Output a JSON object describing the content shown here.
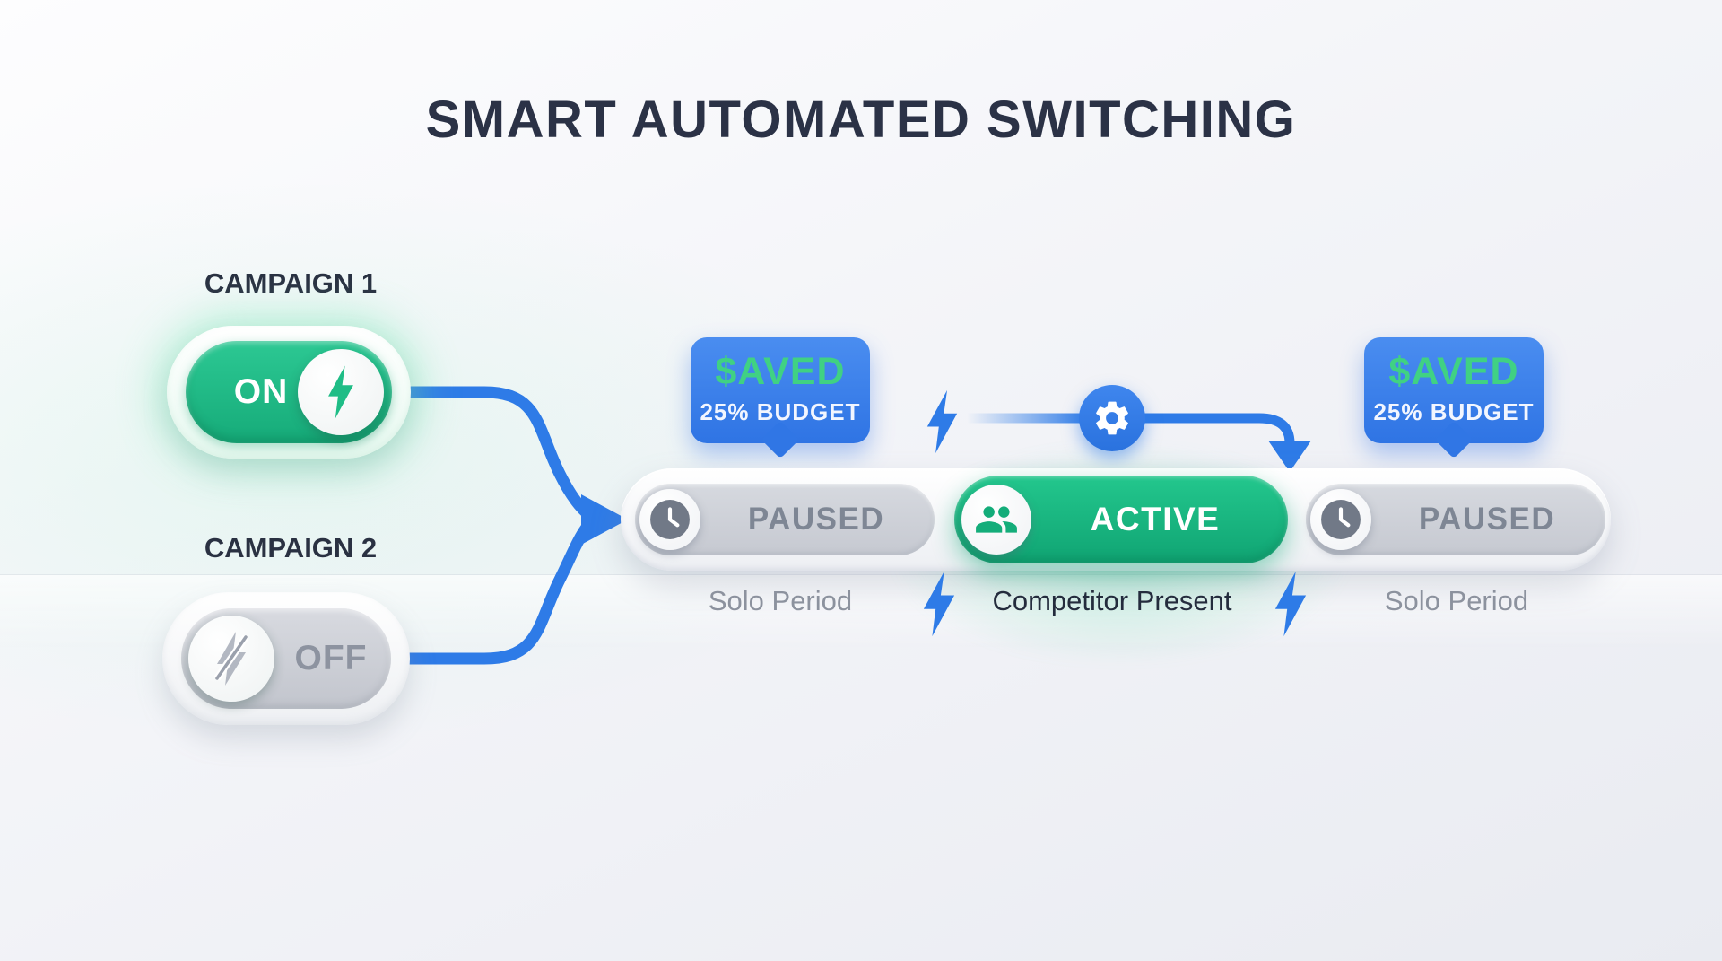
{
  "title": "SMART AUTOMATED SWITCHING",
  "campaigns": [
    {
      "label": "CAMPAIGN 1",
      "state": "ON"
    },
    {
      "label": "CAMPAIGN 2",
      "state": "OFF"
    }
  ],
  "savings_badge": {
    "line1": "$AVED",
    "line2": "25% BUDGET"
  },
  "timeline": {
    "segments": [
      {
        "status": "PAUSED",
        "period": "Solo Period",
        "icon": "clock-icon"
      },
      {
        "status": "ACTIVE",
        "period": "Competitor Present",
        "icon": "users-icon"
      },
      {
        "status": "PAUSED",
        "period": "Solo Period",
        "icon": "clock-icon"
      }
    ]
  },
  "icons": {
    "on_knob": "bolt-icon",
    "off_knob": "bolt-off-icon",
    "automation": "gear-icon",
    "trigger": "bolt-icon"
  },
  "colors": {
    "green": "#1fbd86",
    "blue": "#2e7be7",
    "badge_blue": "#3b7ee9",
    "saved_green": "#40d183",
    "gray_pill": "#c9ccd1",
    "title_text": "#2b3246"
  }
}
